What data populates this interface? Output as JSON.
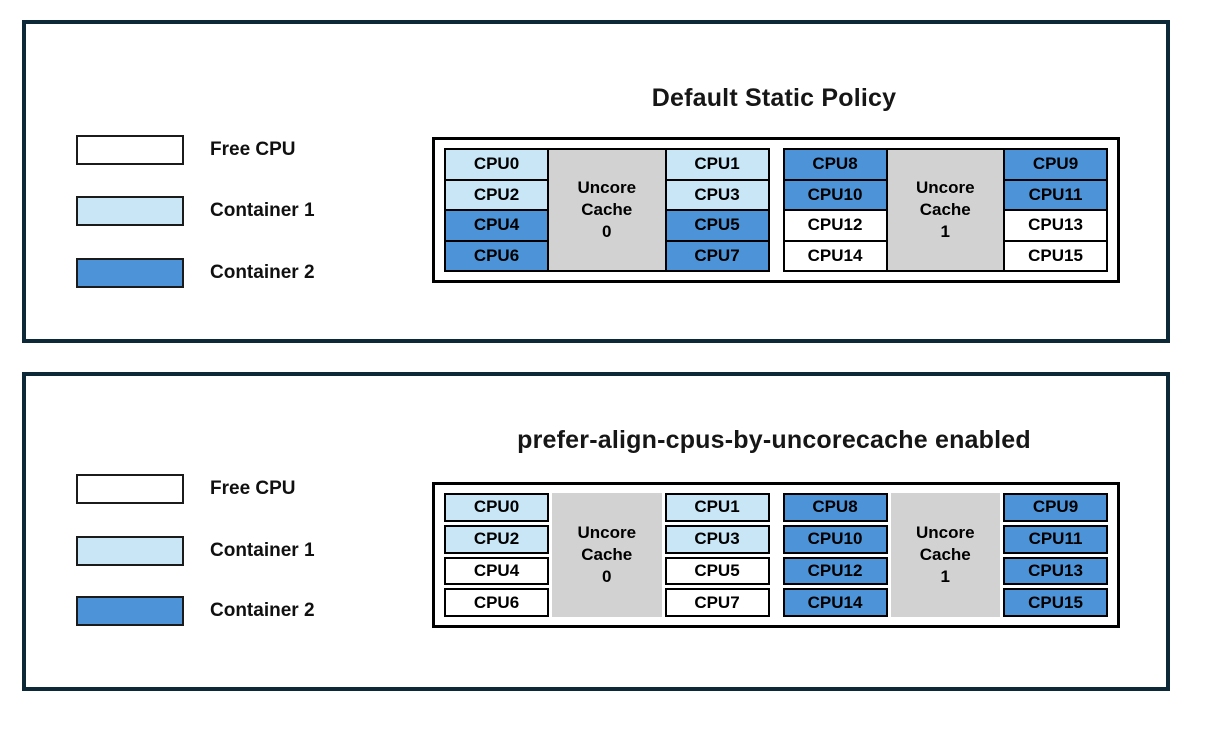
{
  "colors": {
    "free_cpu": "#ffffff",
    "container1": "#c8e6f6",
    "container2": "#4d93d8",
    "cache_bg": "#d2d2d2",
    "panel_border": "#0d2837",
    "cell_border": "#000000"
  },
  "legend": [
    {
      "label": "Free CPU",
      "state": "free"
    },
    {
      "label": "Container 1",
      "state": "container1"
    },
    {
      "label": "Container 2",
      "state": "container2"
    }
  ],
  "panels": [
    {
      "title": "Default Static Policy",
      "groups": [
        {
          "cache": [
            "Uncore",
            "Cache",
            "0"
          ],
          "left_cpus": [
            {
              "label": "CPU0",
              "state": "container1"
            },
            {
              "label": "CPU2",
              "state": "container1"
            },
            {
              "label": "CPU4",
              "state": "container2"
            },
            {
              "label": "CPU6",
              "state": "container2"
            }
          ],
          "right_cpus": [
            {
              "label": "CPU1",
              "state": "container1"
            },
            {
              "label": "CPU3",
              "state": "container1"
            },
            {
              "label": "CPU5",
              "state": "container2"
            },
            {
              "label": "CPU7",
              "state": "container2"
            }
          ]
        },
        {
          "cache": [
            "Uncore",
            "Cache",
            "1"
          ],
          "left_cpus": [
            {
              "label": "CPU8",
              "state": "container2"
            },
            {
              "label": "CPU10",
              "state": "container2"
            },
            {
              "label": "CPU12",
              "state": "free"
            },
            {
              "label": "CPU14",
              "state": "free"
            }
          ],
          "right_cpus": [
            {
              "label": "CPU9",
              "state": "container2"
            },
            {
              "label": "CPU11",
              "state": "container2"
            },
            {
              "label": "CPU13",
              "state": "free"
            },
            {
              "label": "CPU15",
              "state": "free"
            }
          ]
        }
      ]
    },
    {
      "title": "prefer-align-cpus-by-uncorecache enabled",
      "groups": [
        {
          "cache": [
            "Uncore",
            "Cache",
            "0"
          ],
          "left_cpus": [
            {
              "label": "CPU0",
              "state": "container1"
            },
            {
              "label": "CPU2",
              "state": "container1"
            },
            {
              "label": "CPU4",
              "state": "free"
            },
            {
              "label": "CPU6",
              "state": "free"
            }
          ],
          "right_cpus": [
            {
              "label": "CPU1",
              "state": "container1"
            },
            {
              "label": "CPU3",
              "state": "container1"
            },
            {
              "label": "CPU5",
              "state": "free"
            },
            {
              "label": "CPU7",
              "state": "free"
            }
          ]
        },
        {
          "cache": [
            "Uncore",
            "Cache",
            "1"
          ],
          "left_cpus": [
            {
              "label": "CPU8",
              "state": "container2"
            },
            {
              "label": "CPU10",
              "state": "container2"
            },
            {
              "label": "CPU12",
              "state": "container2"
            },
            {
              "label": "CPU14",
              "state": "container2"
            }
          ],
          "right_cpus": [
            {
              "label": "CPU9",
              "state": "container2"
            },
            {
              "label": "CPU11",
              "state": "container2"
            },
            {
              "label": "CPU13",
              "state": "container2"
            },
            {
              "label": "CPU15",
              "state": "container2"
            }
          ]
        }
      ]
    }
  ]
}
